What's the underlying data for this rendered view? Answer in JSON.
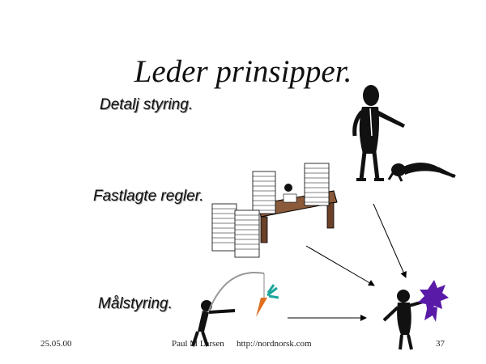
{
  "slide": {
    "title": "Leder prinsipper.",
    "bullets": [
      "Detalj  styring.",
      "Fastlagte regler.",
      "Målstyring."
    ],
    "footer": {
      "date": "25.05.00",
      "author": "Paul M Larsen",
      "url": "http://nordnorsk.com",
      "page_number": "37"
    }
  },
  "illustrations": [
    "pointing-boss-clipart",
    "kneeling-worker-clipart",
    "paper-stacks-desk-clipart",
    "carrot-on-stick-clipart",
    "rewarded-figure-ribbon-clipart"
  ],
  "colors": {
    "background": "#ffffff",
    "desk": "#8a5a3b",
    "ribbon": "#5a1aa8",
    "carrot": "#e07020",
    "leaves": "#1aa49a"
  }
}
